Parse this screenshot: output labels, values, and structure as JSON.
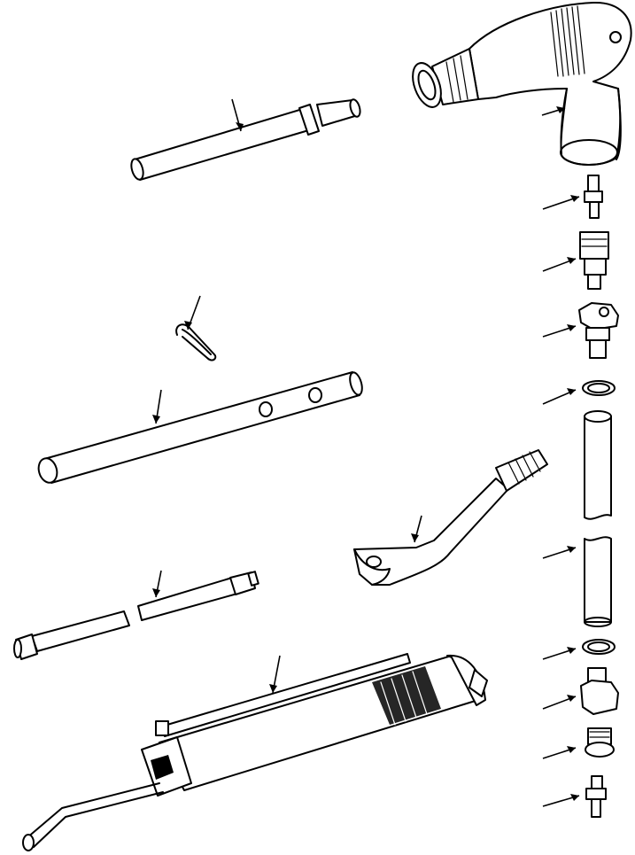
{
  "figure": {
    "background": "#ffffff",
    "line_color": "#000000"
  },
  "parts": [
    {
      "name": "air-hammer-body"
    },
    {
      "name": "extension-bar"
    },
    {
      "name": "hair-pin-clip"
    },
    {
      "name": "tube-with-holes"
    },
    {
      "name": "hose-extension"
    },
    {
      "name": "wrench-handle"
    },
    {
      "name": "grease-gun"
    },
    {
      "name": "air-fitting-top"
    },
    {
      "name": "quick-coupler"
    },
    {
      "name": "hex-nipple"
    },
    {
      "name": "hose-clamp-top"
    },
    {
      "name": "air-hose-section"
    },
    {
      "name": "hose-clamp-bottom"
    },
    {
      "name": "hex-fitting-bottom"
    },
    {
      "name": "filter-fitting"
    },
    {
      "name": "air-fitting-bottom"
    }
  ]
}
